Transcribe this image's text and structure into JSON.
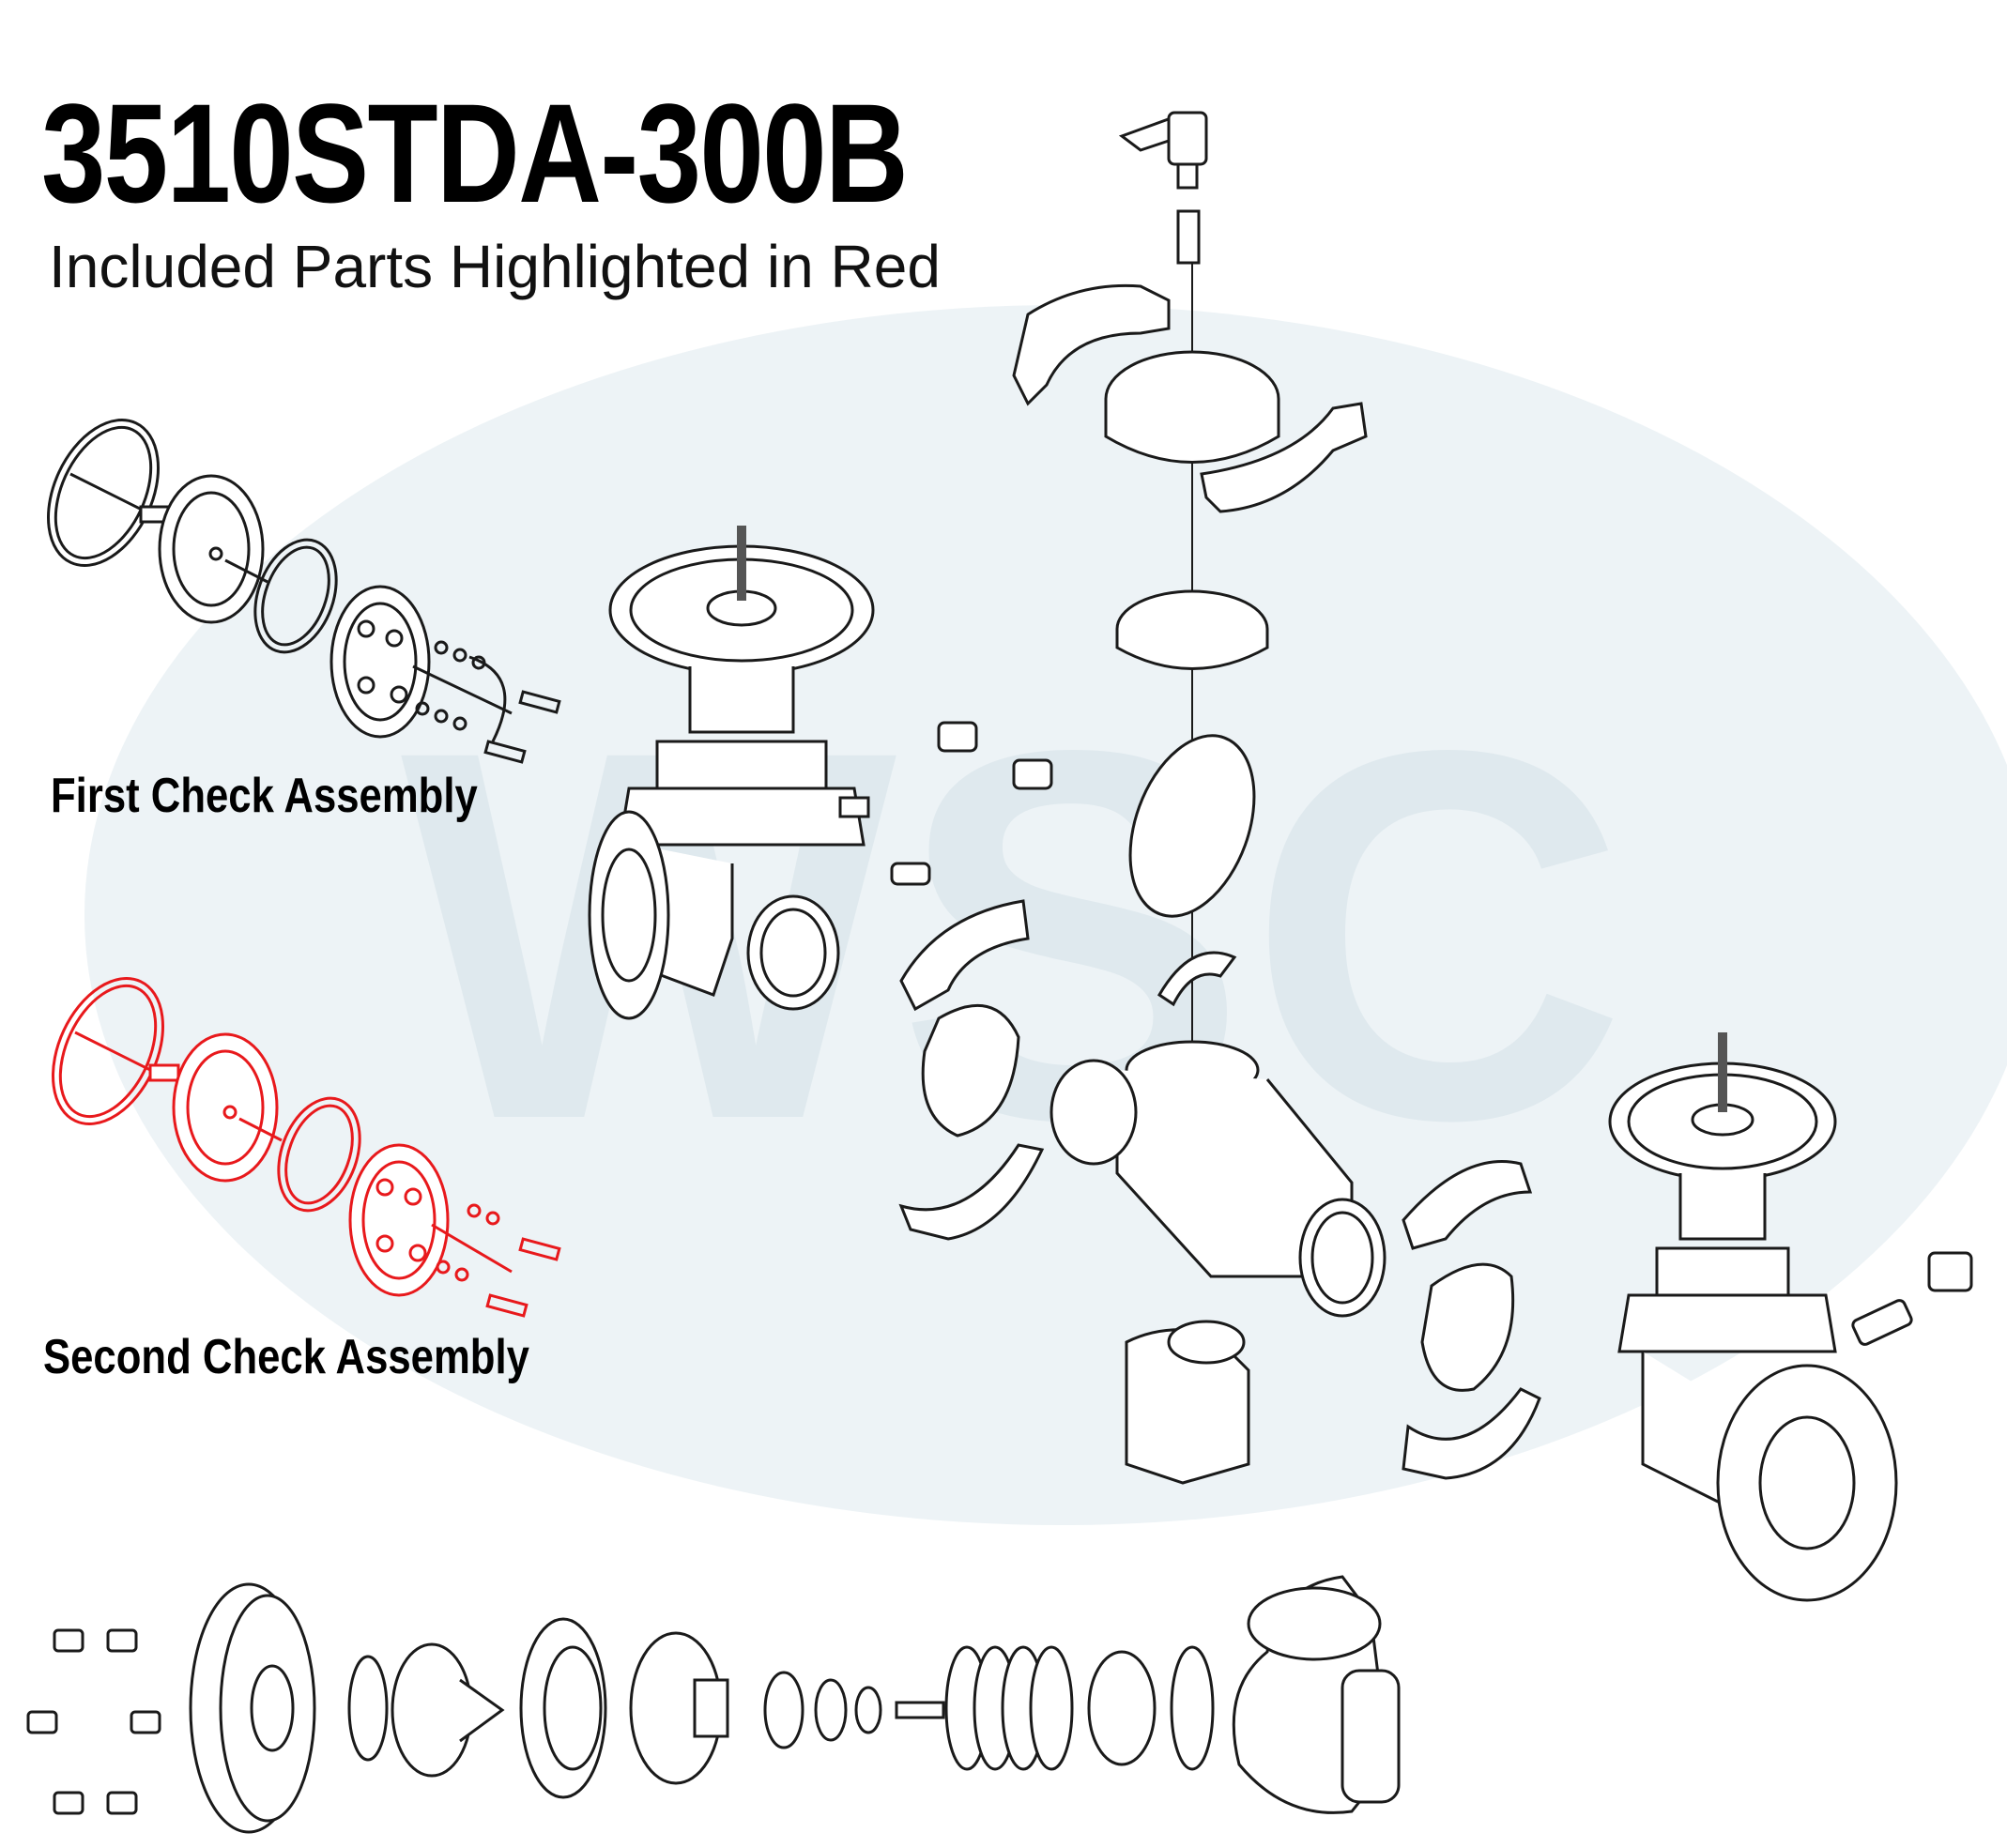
{
  "header": {
    "model": "3510STDA-300B",
    "subtitle": "Included Parts Highlighted in Red"
  },
  "watermark": {
    "text": "WSC",
    "color": "#dfe9ee"
  },
  "assemblies": [
    {
      "label": "First Check Assembly",
      "included": false
    },
    {
      "label": "Second Check Assembly",
      "included": true
    }
  ],
  "colors": {
    "included_parts": "#e8191c",
    "line_art": "#1a1a1a",
    "title": "#000000"
  }
}
